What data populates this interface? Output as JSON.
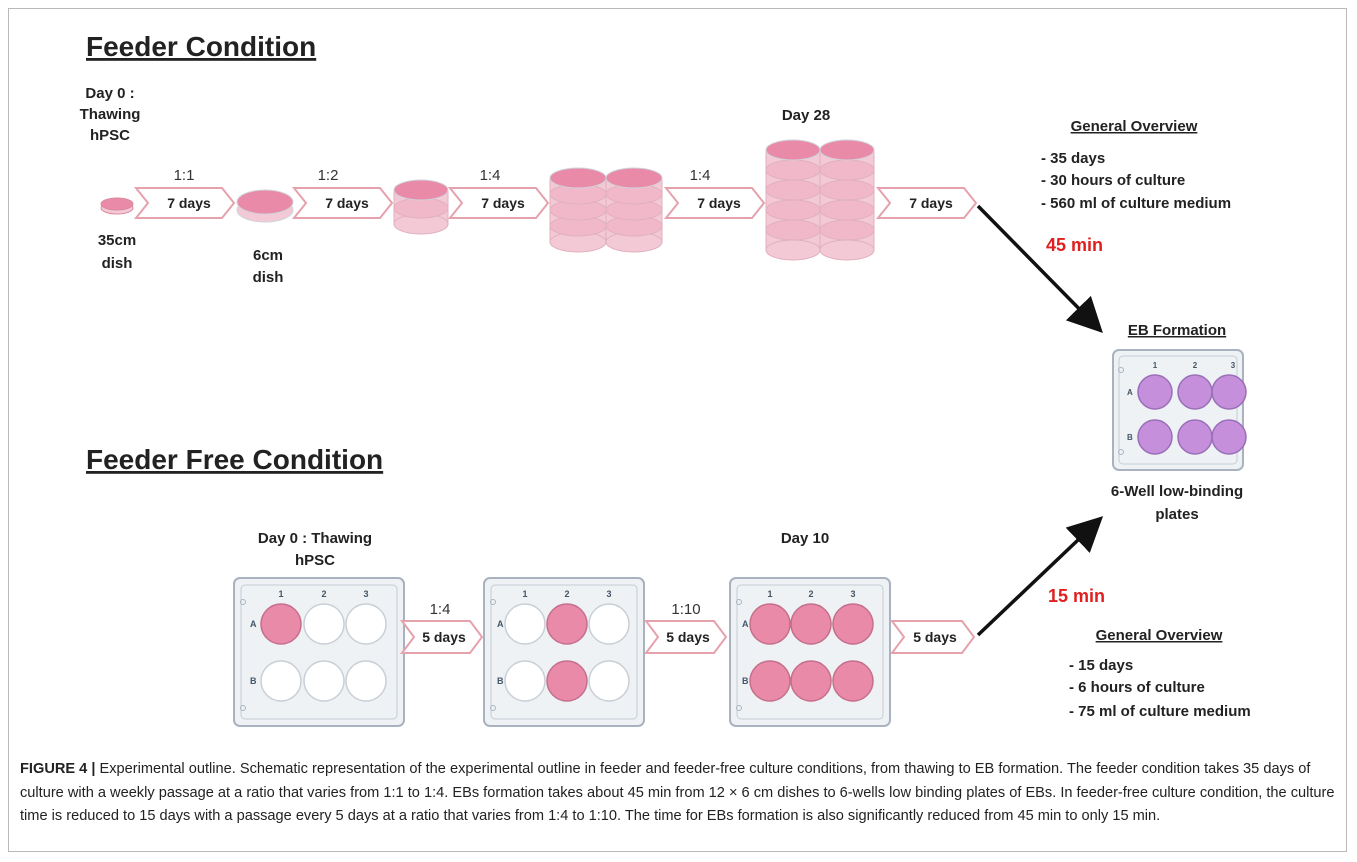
{
  "feeder": {
    "heading": "Feeder Condition",
    "day0": [
      "Day 0 :",
      "Thawing",
      "hPSC"
    ],
    "dish1_label": [
      "35cm",
      "dish"
    ],
    "dish2_label": [
      "6cm",
      "dish"
    ],
    "day28": "Day 28",
    "ratios": [
      "1:1",
      "1:2",
      "1:4",
      "1:4"
    ],
    "arrows": [
      "7 days",
      "7 days",
      "7 days",
      "7 days",
      "7 days"
    ],
    "time": "45 min",
    "overview": {
      "title": "General Overview",
      "items": [
        "- 35 days",
        "- 30 hours of culture",
        "- 560 ml of culture medium"
      ]
    }
  },
  "eb": {
    "title": "EB Formation",
    "plate_label": [
      "6-Well low-binding",
      "plates"
    ],
    "cols": [
      "1",
      "2",
      "3"
    ],
    "rows": [
      "A",
      "B"
    ]
  },
  "feeder_free": {
    "heading": "Feeder Free Condition",
    "day0": [
      "Day 0 : Thawing",
      "hPSC"
    ],
    "day10": "Day 10",
    "ratios": [
      "1:4",
      "1:10"
    ],
    "arrows": [
      "5 days",
      "5 days",
      "5 days"
    ],
    "time": "15 min",
    "overview": {
      "title": "General Overview",
      "items": [
        "- 15 days",
        "- 6 hours of culture",
        "- 75 ml of culture medium"
      ]
    },
    "cols": [
      "1",
      "2",
      "3"
    ],
    "rows": [
      "A",
      "B"
    ]
  },
  "colors": {
    "pink_fill": "#e98aa9",
    "pink_light": "#f3c9d5",
    "purple_fill": "#c58fdc",
    "arrow_stroke": "#e6a2ac",
    "time_red": "#e02020",
    "plate_border": "#a9b3c0",
    "plate_fill": "#eef2f5"
  },
  "caption": {
    "label": "FIGURE 4 |",
    "text": " Experimental outline. Schematic representation of the experimental outline in feeder and feeder-free culture conditions, from thawing to EB formation. The feeder condition takes 35 days of culture with a weekly passage at a ratio that varies from 1:1 to 1:4. EBs formation takes about 45 min from 12 × 6 cm dishes to 6-wells low binding plates of EBs. In feeder-free culture condition, the culture time is reduced to 15 days with a passage every 5 days at a ratio that varies from 1:4 to 1:10. The time for EBs formation is also significantly reduced from 45 min to only 15 min."
  }
}
